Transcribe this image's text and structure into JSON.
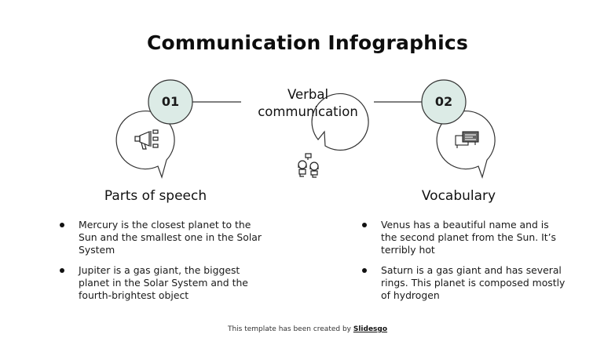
{
  "slide": {
    "title": "Communication Infographics",
    "center": {
      "label_line1": "Verbal",
      "label_line2": "communication",
      "icon": "people-talking-icon"
    },
    "left": {
      "number": "01",
      "icon": "megaphone-icon",
      "heading": "Parts of speech",
      "bullets": [
        "Mercury is the closest planet to the Sun and the smallest one in the Solar System",
        "Jupiter is a gas giant, the biggest planet in the Solar System and the fourth-brightest object"
      ]
    },
    "right": {
      "number": "02",
      "icon": "chat-messages-icon",
      "heading": "Vocabulary",
      "bullets": [
        "Venus has a beautiful name and is the second planet from the Sun. It’s terribly hot",
        "Saturn is a gas giant and has several rings. This planet is composed mostly of hydrogen"
      ]
    },
    "footer": {
      "text": "This template has been created by ",
      "brand": "Slidesgo"
    },
    "colors": {
      "accent_fill": "#dcebe6",
      "stroke": "#333333",
      "text": "#111111"
    }
  }
}
